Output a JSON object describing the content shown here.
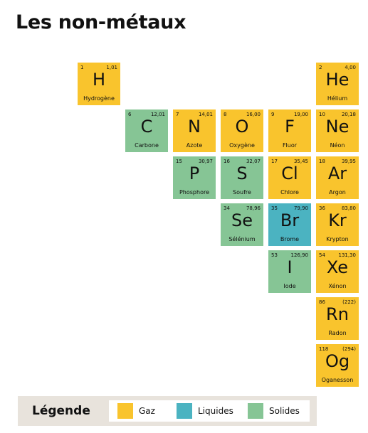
{
  "title": "Les non-métaux",
  "colors": {
    "gaz": "#f9c42d",
    "liquide": "#4bb3c1",
    "solide": "#86c595"
  },
  "elements": [
    {
      "number": "1",
      "mass": "1,01",
      "symbol": "H",
      "name": "Hydrogène",
      "state": "gaz",
      "col": 0,
      "row": 0
    },
    {
      "number": "2",
      "mass": "4,00",
      "symbol": "He",
      "name": "Hélium",
      "state": "gaz",
      "col": 5,
      "row": 0
    },
    {
      "number": "6",
      "mass": "12,01",
      "symbol": "C",
      "name": "Carbone",
      "state": "solide",
      "col": 1,
      "row": 1
    },
    {
      "number": "7",
      "mass": "14,01",
      "symbol": "N",
      "name": "Azote",
      "state": "gaz",
      "col": 2,
      "row": 1
    },
    {
      "number": "8",
      "mass": "16,00",
      "symbol": "O",
      "name": "Oxygène",
      "state": "gaz",
      "col": 3,
      "row": 1
    },
    {
      "number": "9",
      "mass": "19,00",
      "symbol": "F",
      "name": "Fluor",
      "state": "gaz",
      "col": 4,
      "row": 1
    },
    {
      "number": "10",
      "mass": "20,18",
      "symbol": "Ne",
      "name": "Néon",
      "state": "gaz",
      "col": 5,
      "row": 1
    },
    {
      "number": "15",
      "mass": "30,97",
      "symbol": "P",
      "name": "Phosphore",
      "state": "solide",
      "col": 2,
      "row": 2
    },
    {
      "number": "16",
      "mass": "32,07",
      "symbol": "S",
      "name": "Soufre",
      "state": "solide",
      "col": 3,
      "row": 2
    },
    {
      "number": "17",
      "mass": "35,45",
      "symbol": "Cl",
      "name": "Chlore",
      "state": "gaz",
      "col": 4,
      "row": 2
    },
    {
      "number": "18",
      "mass": "39,95",
      "symbol": "Ar",
      "name": "Argon",
      "state": "gaz",
      "col": 5,
      "row": 2
    },
    {
      "number": "34",
      "mass": "78,96",
      "symbol": "Se",
      "name": "Sélénium",
      "state": "solide",
      "col": 3,
      "row": 3
    },
    {
      "number": "35",
      "mass": "79,90",
      "symbol": "Br",
      "name": "Brome",
      "state": "liquide",
      "col": 4,
      "row": 3
    },
    {
      "number": "36",
      "mass": "83,80",
      "symbol": "Kr",
      "name": "Krypton",
      "state": "gaz",
      "col": 5,
      "row": 3
    },
    {
      "number": "53",
      "mass": "126,90",
      "symbol": "I",
      "name": "Iode",
      "state": "solide",
      "col": 4,
      "row": 4
    },
    {
      "number": "54",
      "mass": "131,30",
      "symbol": "Xe",
      "name": "Xénon",
      "state": "gaz",
      "col": 5,
      "row": 4
    },
    {
      "number": "86",
      "mass": "(222)",
      "symbol": "Rn",
      "name": "Radon",
      "state": "gaz",
      "col": 5,
      "row": 5
    },
    {
      "number": "118",
      "mass": "(294)",
      "symbol": "Og",
      "name": "Oganesson",
      "state": "gaz",
      "col": 5,
      "row": 6
    }
  ],
  "legend": {
    "title": "Légende",
    "items": [
      {
        "label": "Gaz",
        "state": "gaz"
      },
      {
        "label": "Liquides",
        "state": "liquide"
      },
      {
        "label": "Solides",
        "state": "solide"
      }
    ]
  }
}
